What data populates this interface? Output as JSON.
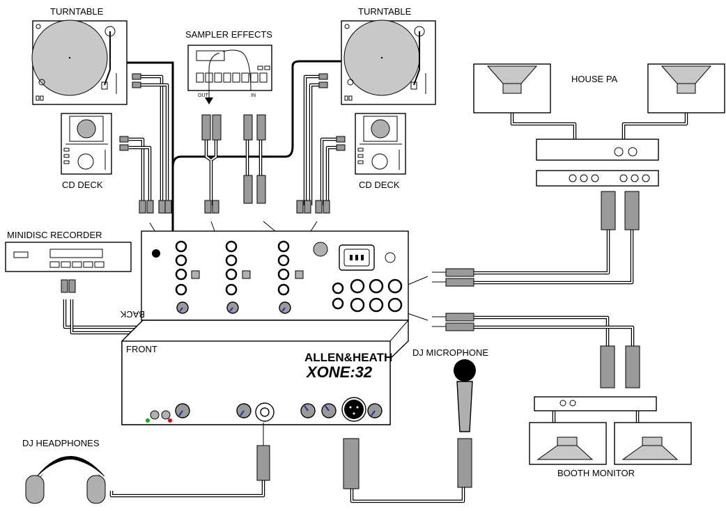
{
  "labels": {
    "turntable_left": "TURNTABLE",
    "turntable_right": "TURNTABLE",
    "sampler": "SAMPLER EFFECTS",
    "sampler_out": "OUT",
    "sampler_in": "IN",
    "cd_left": "CD DECK",
    "cd_right": "CD DECK",
    "house_pa": "HOUSE PA",
    "minidisc": "MINIDISC RECORDER",
    "back": "BACK",
    "front": "FRONT",
    "brand": "ALLEN&HEATH",
    "model": "XONE:32",
    "dj_mic": "DJ MICROPHONE",
    "headphones": "DJ HEADPHONES",
    "booth": "BOOTH MONITOR"
  },
  "colors": {
    "platter": "#c8c8c8",
    "plug": "#9a9a9a",
    "led_green": "#00b000",
    "led_red": "#e00000",
    "knob_pointer": "#1a2fb0"
  }
}
